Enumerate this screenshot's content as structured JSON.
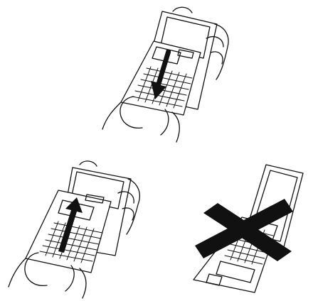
{
  "figures": [
    {
      "id": "slide-off",
      "arrow": "down"
    },
    {
      "id": "slide-on",
      "arrow": "up"
    },
    {
      "id": "wrong-orientation",
      "mark": "cross"
    }
  ],
  "colors": {
    "ink": "#111111",
    "paper": "#ffffff"
  }
}
